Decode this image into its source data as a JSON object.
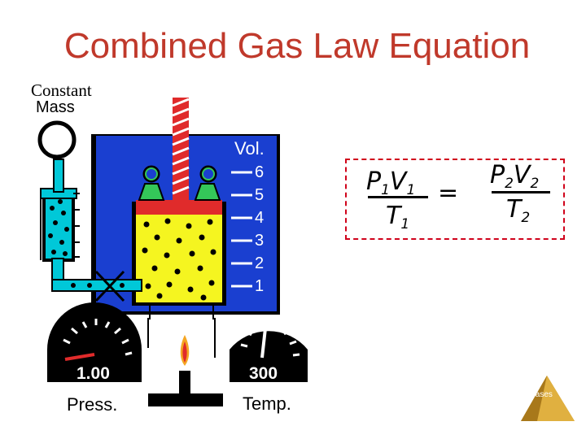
{
  "title": "Combined Gas Law Equation",
  "labels": {
    "constant": "Constant",
    "mass": "Mass",
    "volume": "Vol.",
    "pressure": "Press.",
    "temperature": "Temp."
  },
  "volume_scale": [
    "6",
    "5",
    "4",
    "3",
    "2",
    "1"
  ],
  "gauges": {
    "pressure_value": "1.00",
    "temperature_value": "300"
  },
  "equation": {
    "p1": "P",
    "p1_sub": "1",
    "v1": "V",
    "v1_sub": "1",
    "t1": "T",
    "t1_sub": "1",
    "equals": "=",
    "p2": "P",
    "p2_sub": "2",
    "v2": "V",
    "v2_sub": "2",
    "t2": "T",
    "t2_sub": "2"
  },
  "logo_text": "Gases",
  "colors": {
    "title": "#c0392b",
    "water_bath": "#1a3fd0",
    "gas": "#f5f520",
    "piston": "#e02b2b",
    "piston_weights": "#34c759",
    "manometer": "#00c8d8",
    "equation_border": "#d0021b"
  }
}
